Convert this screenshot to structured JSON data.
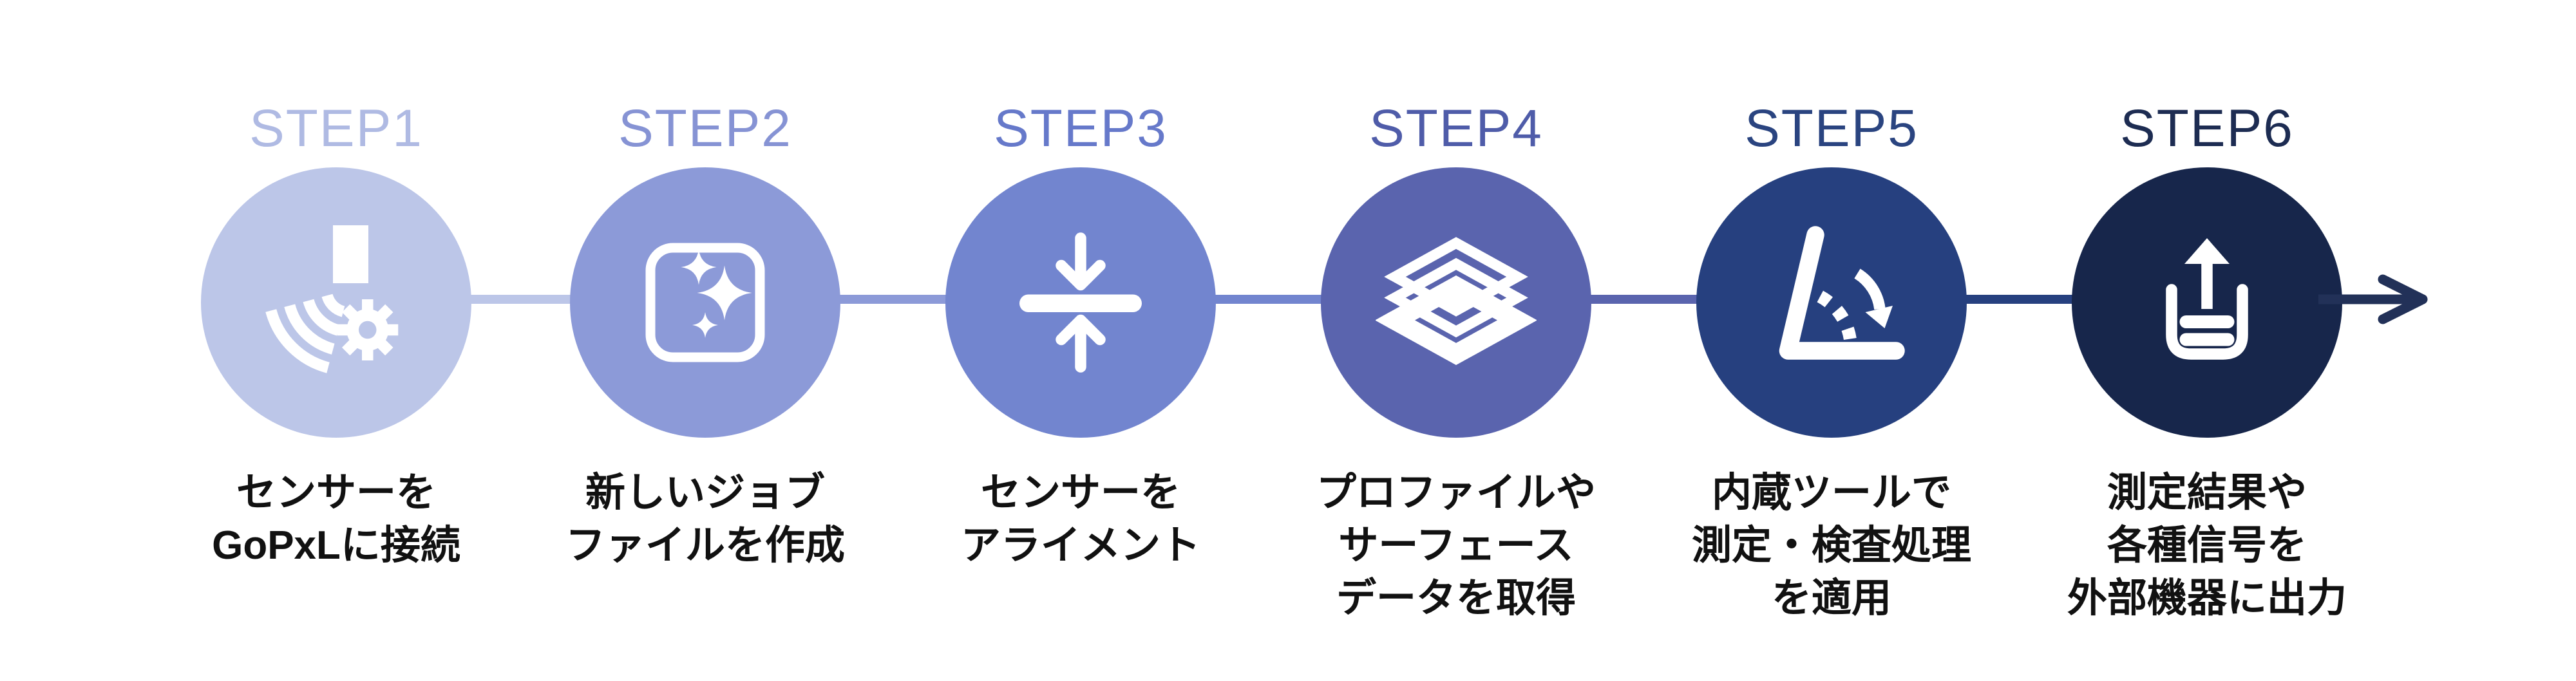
{
  "diagram": {
    "type": "process-flow",
    "direction": "left-to-right",
    "background_color": "#ffffff",
    "caption_text_color": "#111111",
    "flow_arrow_color": "#223158"
  },
  "steps": [
    {
      "label": "STEP1",
      "caption": "センサーを\nGoPxLに接続",
      "icon": "sensor-scan-gear-icon",
      "circle_color": "#bcc6e8",
      "label_color": "#afbae3"
    },
    {
      "label": "STEP2",
      "caption": "新しいジョブ\nファイルを作成",
      "icon": "new-job-file-sparkles-icon",
      "circle_color": "#8c9ad8",
      "label_color": "#8693d4"
    },
    {
      "label": "STEP3",
      "caption": "センサーを\nアライメント",
      "icon": "sensor-alignment-icon",
      "circle_color": "#7285cf",
      "label_color": "#6679ca"
    },
    {
      "label": "STEP4",
      "caption": "プロファイルや\nサーフェース\nデータを取得",
      "icon": "profile-surface-data-layers-icon",
      "circle_color": "#5a64ae",
      "label_color": "#4f5ca9"
    },
    {
      "label": "STEP5",
      "caption": "内蔵ツールで\n測定・検査処理\nを適用",
      "icon": "measurement-angle-tool-icon",
      "circle_color": "#26407f",
      "label_color": "#2a4480"
    },
    {
      "label": "STEP6",
      "caption": "測定結果や\n各種信号を\n外部機器に出力",
      "icon": "output-upload-icon",
      "circle_color": "#17264b",
      "label_color": "#1d2c52"
    }
  ],
  "connector_colors": [
    "#bcc6e8",
    "#8c9ad8",
    "#7285cf",
    "#5a64ae",
    "#26407f"
  ]
}
